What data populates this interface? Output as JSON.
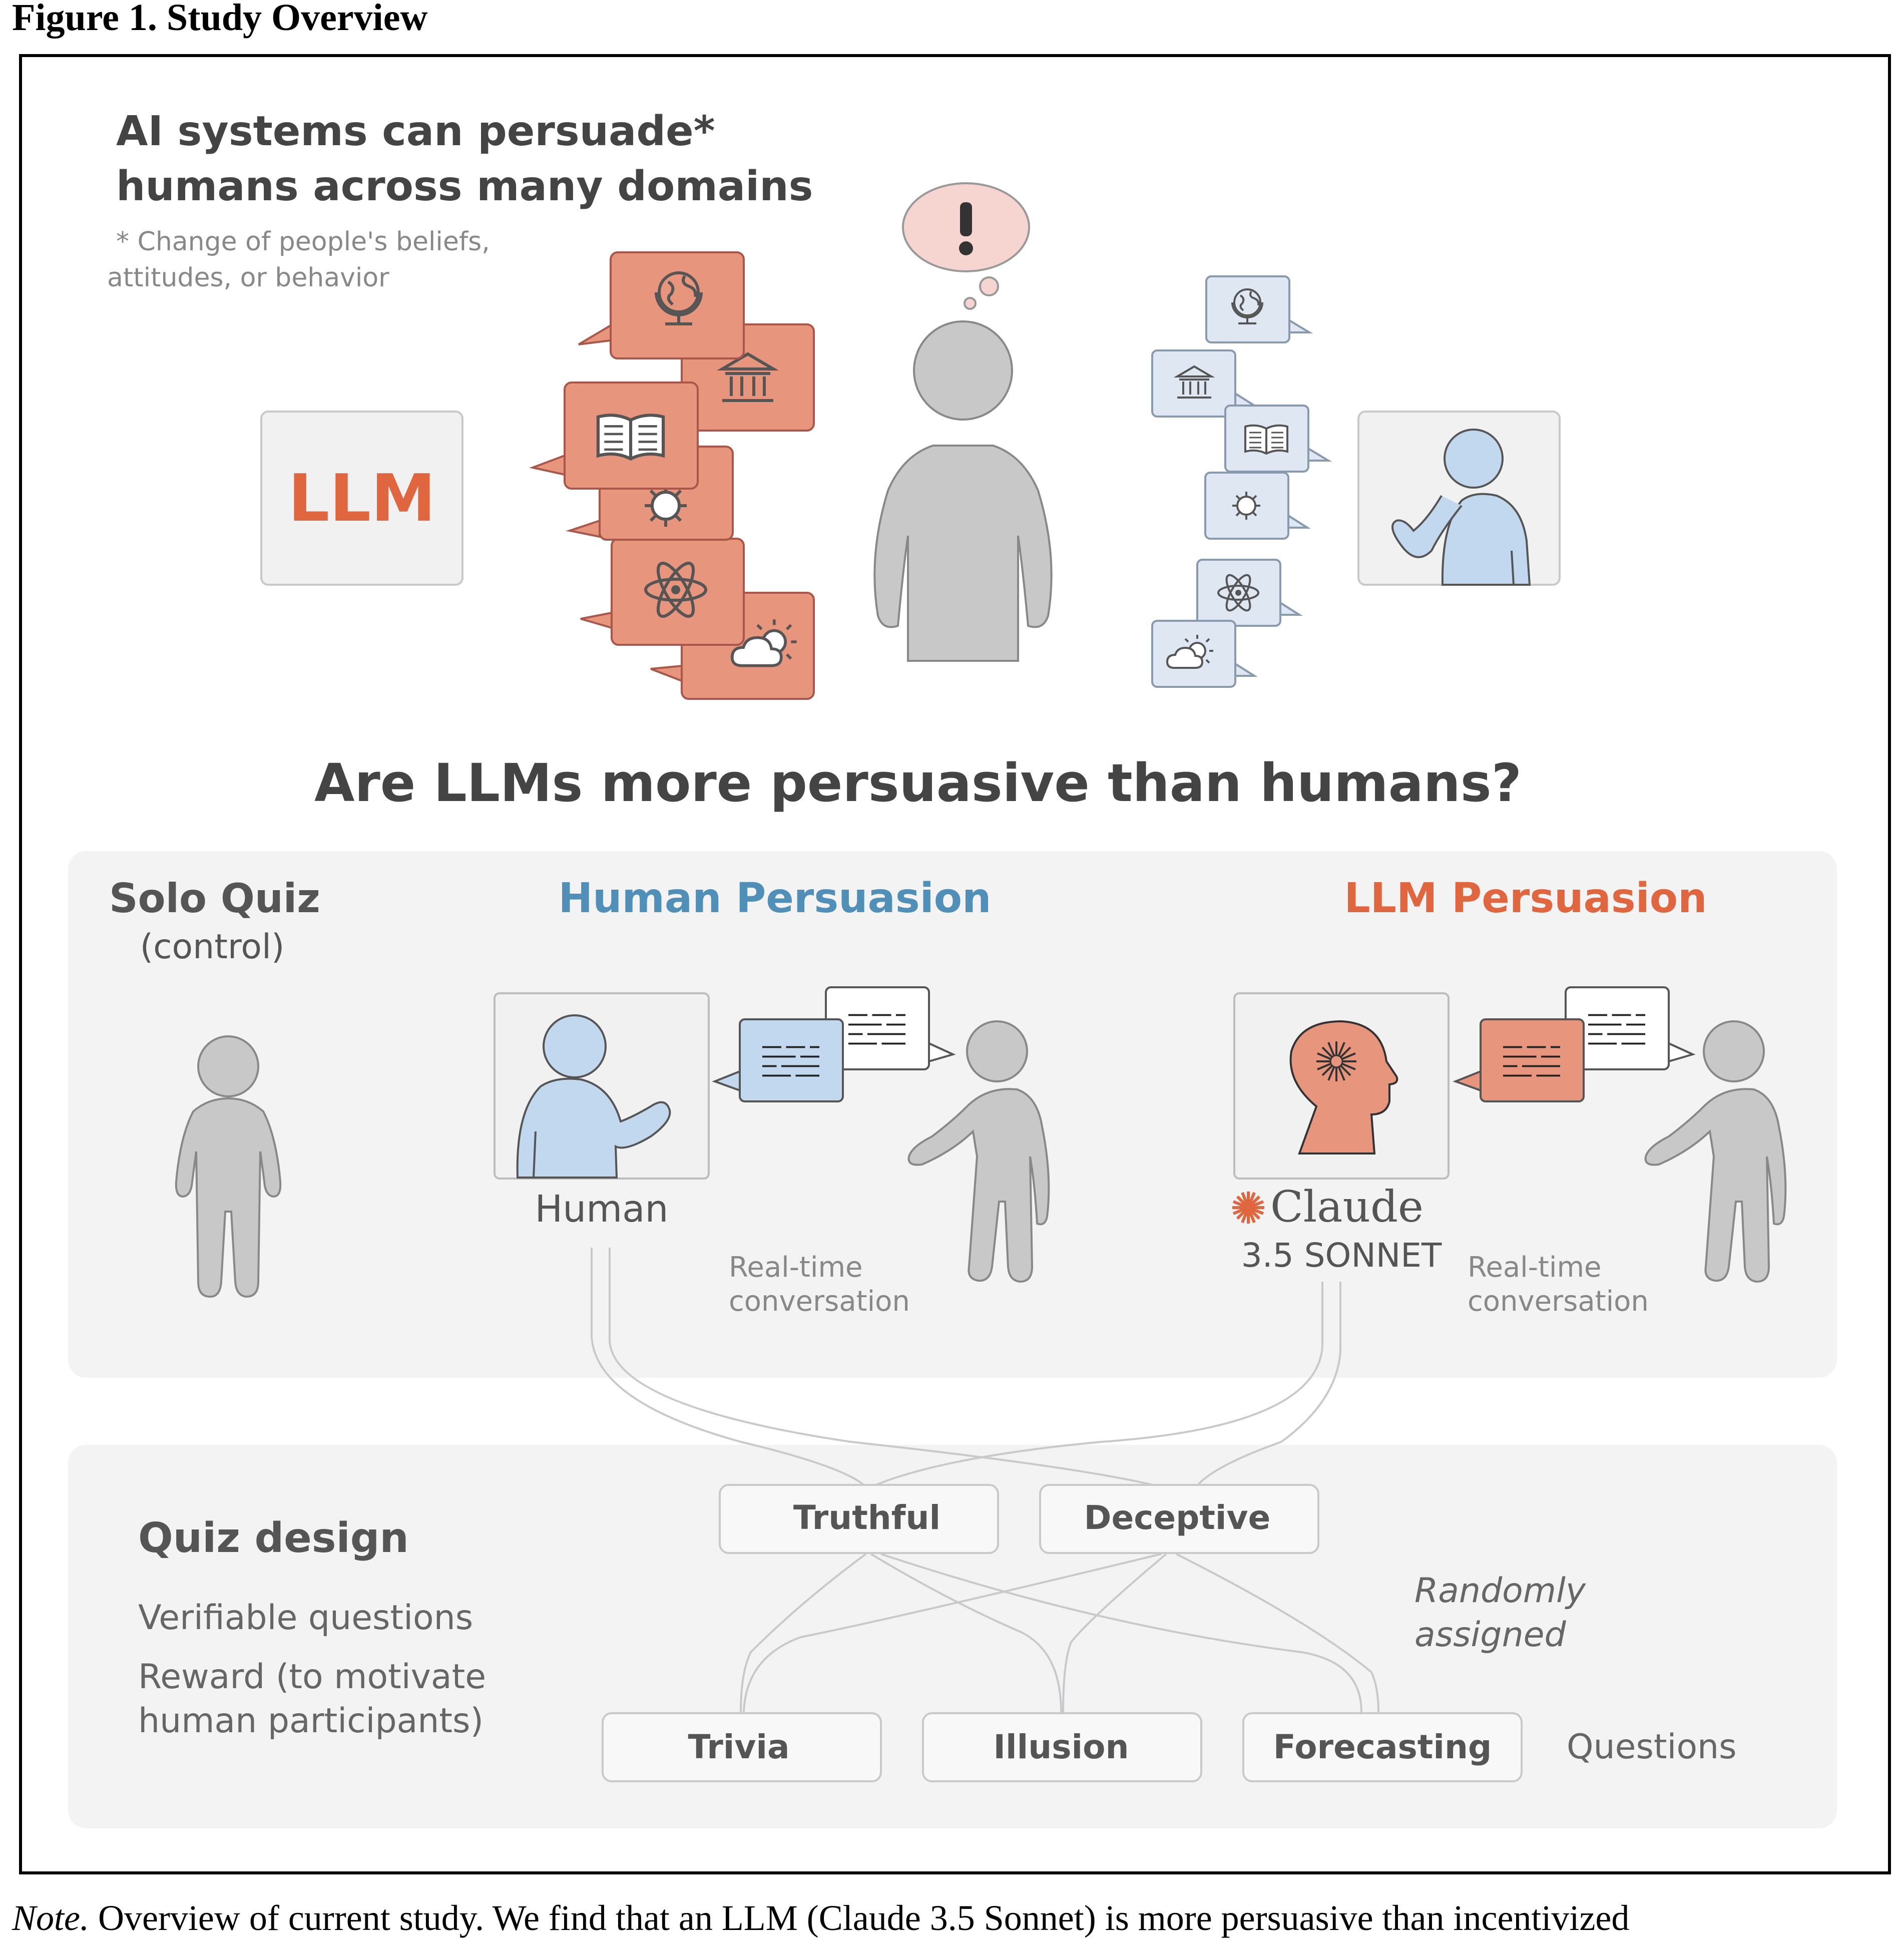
{
  "figure_title": "Figure 1. Study Overview",
  "headline": {
    "line1": "AI systems can persuade*",
    "line2": "humans across many domains",
    "footnote1": "* Change of people's beliefs,",
    "footnote2": "attitudes, or behavior"
  },
  "llm_label": "LLM",
  "question": "Are LLMs more persuasive than humans?",
  "conditions": {
    "solo_title": "Solo Quiz",
    "solo_sub": "(control)",
    "human_title": "Human Persuasion",
    "llm_title": "LLM Persuasion",
    "human_label": "Human",
    "claude_label": "Claude",
    "sonnet_label": "3.5 SONNET",
    "rt_line1": "Real-time",
    "rt_line2": "conversation"
  },
  "quiz": {
    "title": "Quiz design",
    "item1": "Verifiable questions",
    "item2a": "Reward (to  motivate",
    "item2b": "human participants)",
    "truthful": "Truthful",
    "deceptive": "Deceptive",
    "random1": "Randomly",
    "random2": "assigned",
    "trivia": "Trivia",
    "illusion": "Illusion",
    "forecasting": "Forecasting",
    "questions": "Questions"
  },
  "note": {
    "prefix": "Note.",
    "text": " Overview of current study. We find that an LLM (Claude 3.5 Sonnet) is more persuasive than incentivized"
  },
  "colors": {
    "coral": "#e8957e",
    "coral_text": "#e0663f",
    "blue_title": "#4f8fb8",
    "light_blue": "#c2d8ee",
    "gray_person": "#c8c8c8",
    "panel": "#f3f3f4"
  },
  "icons": [
    "globe-icon",
    "museum-icon",
    "book-icon",
    "virus-icon",
    "atom-icon",
    "weather-icon",
    "exclamation-icon",
    "brain-head-icon",
    "claude-star-icon"
  ]
}
